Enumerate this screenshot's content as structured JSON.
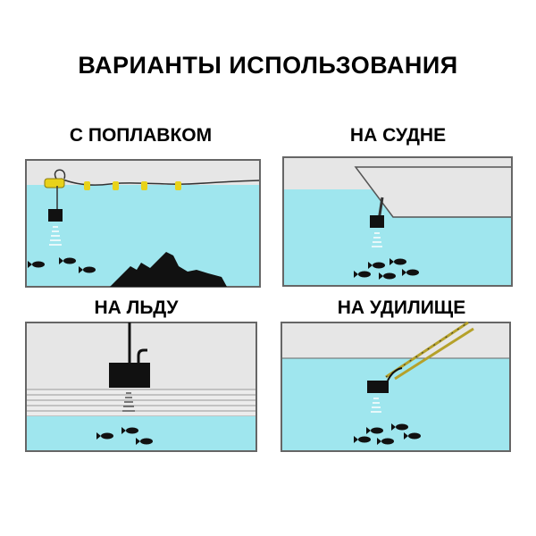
{
  "title": "ВАРИАНТЫ ИСПОЛЬЗОВАНИЯ",
  "panels": [
    {
      "label": "С ПОПЛАВКОМ"
    },
    {
      "label": "НА СУДНЕ"
    },
    {
      "label": "НА ЛЬДУ"
    },
    {
      "label": "НА УДИЛИЩЕ"
    }
  ],
  "colors": {
    "water": "#9fe6ee",
    "air": "#e6e6e6",
    "device": "#111111",
    "float": "#e8d21a",
    "rod": "#b5a12a",
    "ice": "#e9e9e9"
  }
}
